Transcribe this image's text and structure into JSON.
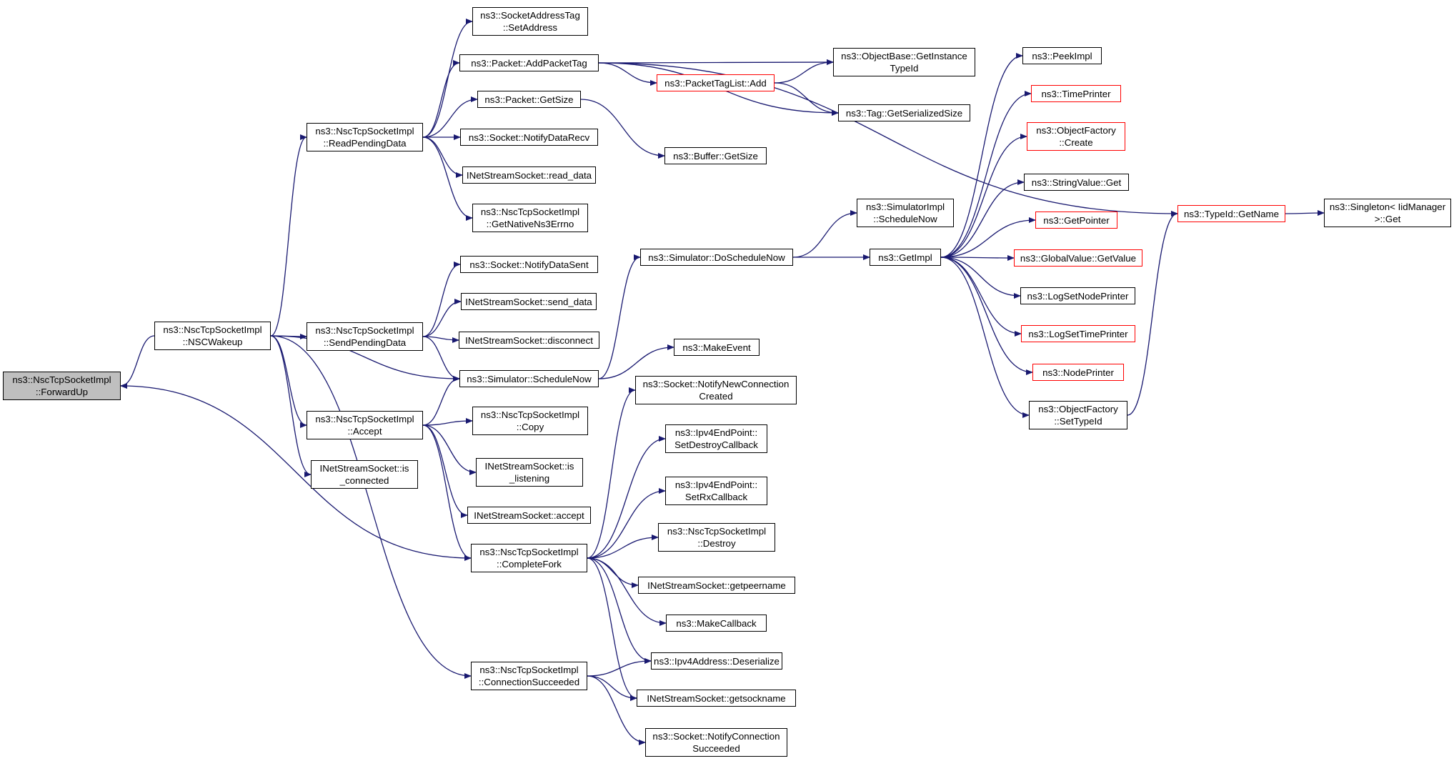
{
  "colors": {
    "edge": "#191970",
    "node_border": "#000000",
    "truncated_border": "#ff0000",
    "focus_fill": "#bfbfbf"
  },
  "nodes": [
    {
      "id": "forwardup",
      "lines": [
        "ns3::NscTcpSocketImpl",
        "::ForwardUp"
      ],
      "focus": true
    },
    {
      "id": "nscwakeup",
      "lines": [
        "ns3::NscTcpSocketImpl",
        "::NSCWakeup"
      ]
    },
    {
      "id": "readpending",
      "lines": [
        "ns3::NscTcpSocketImpl",
        "::ReadPendingData"
      ]
    },
    {
      "id": "sendpending",
      "lines": [
        "ns3::NscTcpSocketImpl",
        "::SendPendingData"
      ]
    },
    {
      "id": "accept",
      "lines": [
        "ns3::NscTcpSocketImpl",
        "::Accept"
      ]
    },
    {
      "id": "isconnected",
      "lines": [
        "INetStreamSocket::is",
        "_connected"
      ]
    },
    {
      "id": "completefork",
      "lines": [
        "ns3::NscTcpSocketImpl",
        "::CompleteFork"
      ]
    },
    {
      "id": "connsucceeded",
      "lines": [
        "ns3::NscTcpSocketImpl",
        "::ConnectionSucceeded"
      ]
    },
    {
      "id": "setaddress",
      "lines": [
        "ns3::SocketAddressTag",
        "::SetAddress"
      ]
    },
    {
      "id": "addpackettag",
      "lines": [
        "ns3::Packet::AddPacketTag"
      ]
    },
    {
      "id": "getsize_pkt",
      "lines": [
        "ns3::Packet::GetSize"
      ]
    },
    {
      "id": "notifydatarecv",
      "lines": [
        "ns3::Socket::NotifyDataRecv"
      ]
    },
    {
      "id": "readdata",
      "lines": [
        "INetStreamSocket::read_data"
      ]
    },
    {
      "id": "nativeerrno",
      "lines": [
        "ns3::NscTcpSocketImpl",
        "::GetNativeNs3Errno"
      ]
    },
    {
      "id": "notifydatasent",
      "lines": [
        "ns3::Socket::NotifyDataSent"
      ]
    },
    {
      "id": "senddata",
      "lines": [
        "INetStreamSocket::send_data"
      ]
    },
    {
      "id": "disconnect",
      "lines": [
        "INetStreamSocket::disconnect"
      ]
    },
    {
      "id": "schedulenow",
      "lines": [
        "ns3::Simulator::ScheduleNow"
      ]
    },
    {
      "id": "copy",
      "lines": [
        "ns3::NscTcpSocketImpl",
        "::Copy"
      ]
    },
    {
      "id": "islistening",
      "lines": [
        "INetStreamSocket::is",
        "_listening"
      ]
    },
    {
      "id": "acceptinet",
      "lines": [
        "INetStreamSocket::accept"
      ]
    },
    {
      "id": "packettaglist",
      "lines": [
        "ns3::PacketTagList::Add"
      ],
      "truncated": true
    },
    {
      "id": "buffergetsize",
      "lines": [
        "ns3::Buffer::GetSize"
      ]
    },
    {
      "id": "getinstancetypeid",
      "lines": [
        "ns3::ObjectBase::GetInstance",
        "TypeId"
      ]
    },
    {
      "id": "getserializedsize",
      "lines": [
        "ns3::Tag::GetSerializedSize"
      ]
    },
    {
      "id": "doschedulenow",
      "lines": [
        "ns3::Simulator::DoScheduleNow"
      ]
    },
    {
      "id": "simimplschedulenow",
      "lines": [
        "ns3::SimulatorImpl",
        "::ScheduleNow"
      ]
    },
    {
      "id": "makeevent",
      "lines": [
        "ns3::MakeEvent"
      ]
    },
    {
      "id": "getimpl",
      "lines": [
        "ns3::GetImpl"
      ]
    },
    {
      "id": "notifynewconn",
      "lines": [
        "ns3::Socket::NotifyNewConnection",
        "Created"
      ]
    },
    {
      "id": "setdestroycb",
      "lines": [
        "ns3::Ipv4EndPoint::",
        "SetDestroyCallback"
      ]
    },
    {
      "id": "setrxcb",
      "lines": [
        "ns3::Ipv4EndPoint::",
        "SetRxCallback"
      ]
    },
    {
      "id": "destroy",
      "lines": [
        "ns3::NscTcpSocketImpl",
        "::Destroy"
      ]
    },
    {
      "id": "getpeername",
      "lines": [
        "INetStreamSocket::getpeername"
      ]
    },
    {
      "id": "makecallback",
      "lines": [
        "ns3::MakeCallback"
      ]
    },
    {
      "id": "deserialize",
      "lines": [
        "ns3::Ipv4Address::Deserialize"
      ]
    },
    {
      "id": "getsockname",
      "lines": [
        "INetStreamSocket::getsockname"
      ]
    },
    {
      "id": "notifyconnsucc",
      "lines": [
        "ns3::Socket::NotifyConnection",
        "Succeeded"
      ]
    },
    {
      "id": "peekimpl",
      "lines": [
        "ns3::PeekImpl"
      ]
    },
    {
      "id": "timeprinter",
      "lines": [
        "ns3::TimePrinter"
      ],
      "truncated": true
    },
    {
      "id": "ofcreate",
      "lines": [
        "ns3::ObjectFactory",
        "::Create"
      ],
      "truncated": true
    },
    {
      "id": "stringget",
      "lines": [
        "ns3::StringValue::Get"
      ]
    },
    {
      "id": "getpointer",
      "lines": [
        "ns3::GetPointer"
      ],
      "truncated": true
    },
    {
      "id": "globalgetvalue",
      "lines": [
        "ns3::GlobalValue::GetValue"
      ],
      "truncated": true
    },
    {
      "id": "lognodeprinter",
      "lines": [
        "ns3::LogSetNodePrinter"
      ]
    },
    {
      "id": "logtimeprinter",
      "lines": [
        "ns3::LogSetTimePrinter"
      ],
      "truncated": true
    },
    {
      "id": "nodeprinter",
      "lines": [
        "ns3::NodePrinter"
      ],
      "truncated": true
    },
    {
      "id": "settypeid",
      "lines": [
        "ns3::ObjectFactory",
        "::SetTypeId"
      ]
    },
    {
      "id": "typeidgetname",
      "lines": [
        "ns3::TypeId::GetName"
      ],
      "truncated": true
    },
    {
      "id": "singletonget",
      "lines": [
        "ns3::Singleton< IidManager",
        ">::Get"
      ]
    }
  ]
}
